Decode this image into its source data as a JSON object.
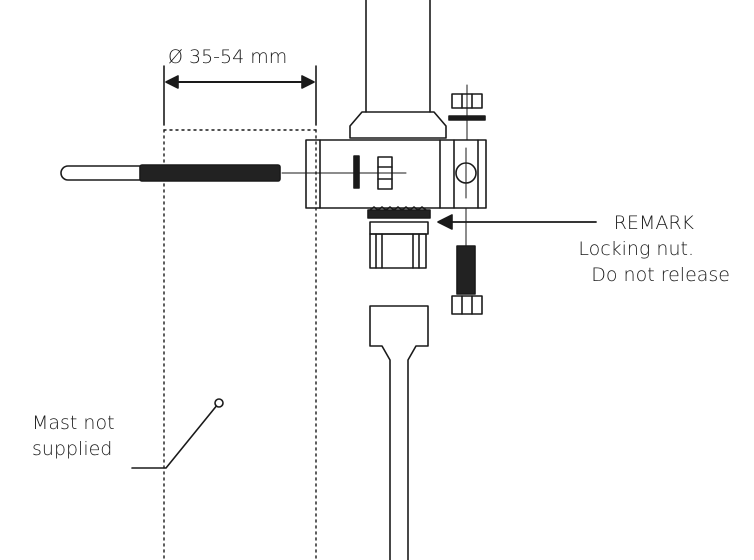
{
  "labels": {
    "diameter": "Ø 35-54 mm",
    "remark_title": "REMARK",
    "remark_line1": "Locking nut.",
    "remark_line2": "Do not release",
    "mast_line1": "Mast not",
    "mast_line2": "supplied"
  },
  "colors": {
    "stroke": "#1a1a1a",
    "fill_dark": "#222222",
    "background": "#ffffff"
  }
}
